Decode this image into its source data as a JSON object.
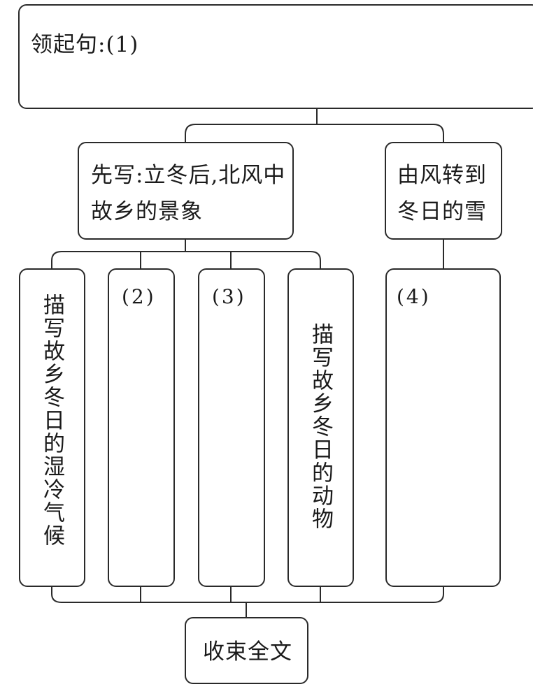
{
  "lead_box": {
    "label": "领起句:",
    "marker": "(1)"
  },
  "first_box": {
    "text": "先写:立冬后,北风中故乡的景象"
  },
  "wind_box": {
    "text": "由风转到冬日的雪"
  },
  "detail_boxes": {
    "climate": "描写故乡冬日的湿冷气候",
    "blank_2": "(2)",
    "blank_3": "(3)",
    "animals": "描写故乡冬日的动物",
    "blank_4": "(4)"
  },
  "end_box": {
    "text": "收束全文"
  }
}
